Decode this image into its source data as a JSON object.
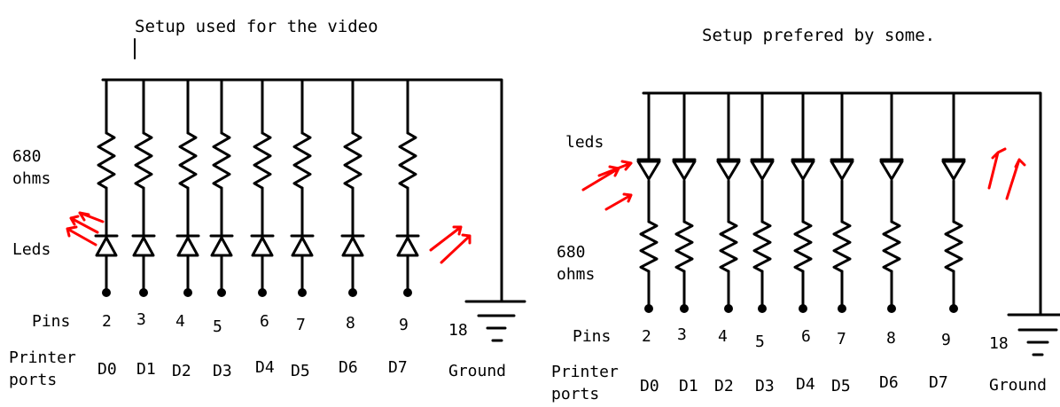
{
  "left": {
    "title": "Setup used for the video",
    "resistor_label": [
      "680",
      "ohms"
    ],
    "led_label": "Leds",
    "pins_label": "Pins",
    "printer_label": [
      "Printer",
      "ports"
    ],
    "pin_numbers": [
      "2",
      "3",
      "4",
      "5",
      "6",
      "7",
      "8",
      "9"
    ],
    "ports": [
      "D0",
      "D1",
      "D2",
      "D3",
      "D4",
      "D5",
      "D6",
      "D7"
    ],
    "ground_pin": "18",
    "ground_label": "Ground"
  },
  "right": {
    "title": "Setup prefered by some.",
    "led_label": "leds",
    "resistor_label": [
      "680",
      "ohms"
    ],
    "pins_label": "Pins",
    "printer_label": [
      "Printer",
      "ports"
    ],
    "pin_numbers": [
      "2",
      "3",
      "4",
      "5",
      "6",
      "7",
      "8",
      "9"
    ],
    "ports": [
      "D0",
      "D1",
      "D2",
      "D3",
      "D4",
      "D5",
      "D6",
      "D7"
    ],
    "ground_pin": "18",
    "ground_label": "Ground"
  },
  "colors": {
    "ink": "#000000",
    "light_arrows": "#ff0000"
  }
}
